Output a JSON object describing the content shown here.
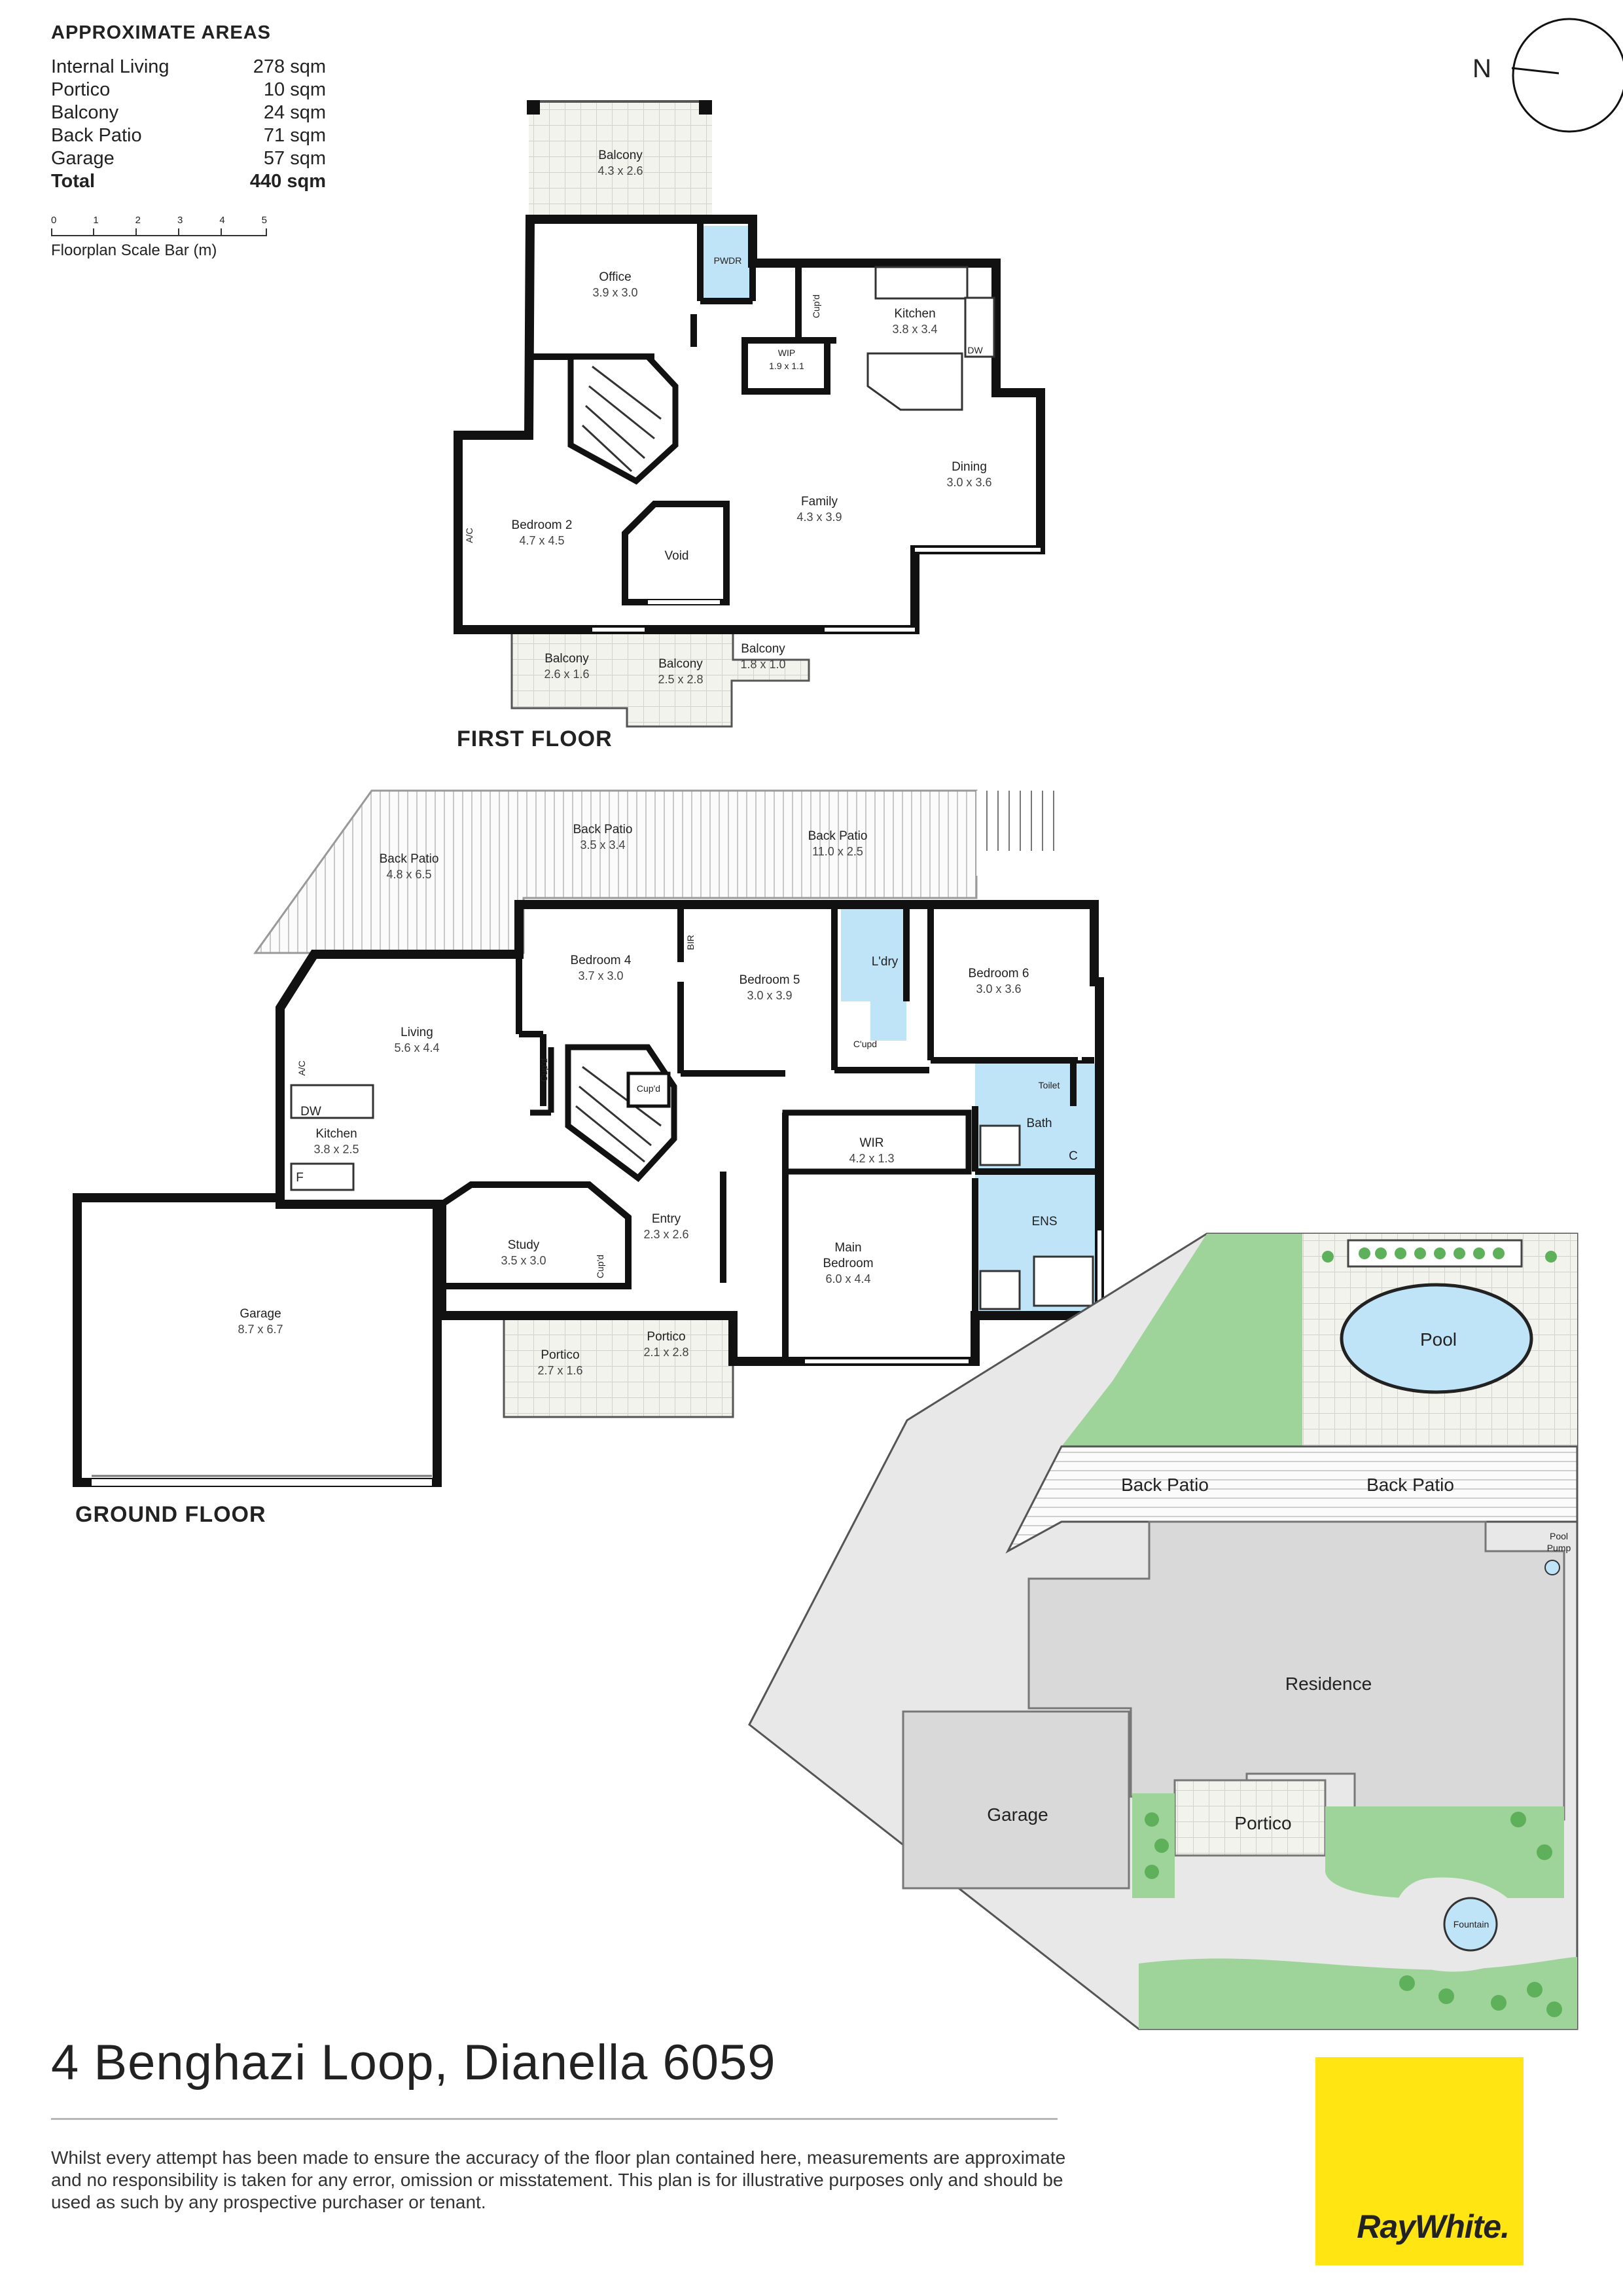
{
  "areas": {
    "heading": "APPROXIMATE AREAS",
    "rows": [
      {
        "label": "Internal Living",
        "value": "278 sqm"
      },
      {
        "label": "Portico",
        "value": "10 sqm"
      },
      {
        "label": "Balcony",
        "value": "24 sqm"
      },
      {
        "label": "Back Patio",
        "value": "71 sqm"
      },
      {
        "label": "Garage",
        "value": "57 sqm"
      },
      {
        "label": "Total",
        "value": "440 sqm"
      }
    ]
  },
  "scale_bar": {
    "ticks": [
      "0",
      "1",
      "2",
      "3",
      "4",
      "5"
    ],
    "caption": "Floorplan Scale Bar (m)"
  },
  "compass": {
    "label": "N"
  },
  "first_floor": {
    "title": "FIRST FLOOR",
    "rooms": {
      "balcony_top": {
        "name": "Balcony",
        "dims": "4.3 x 2.6"
      },
      "office": {
        "name": "Office",
        "dims": "3.9 x 3.0"
      },
      "pwdr": {
        "name": "PWDR"
      },
      "cupd": {
        "name": "Cup'd"
      },
      "kitchen": {
        "name": "Kitchen",
        "dims": "3.8 x 3.4"
      },
      "wip": {
        "name": "WIP",
        "dims": "1.9 x 1.1"
      },
      "dw": {
        "name": "DW"
      },
      "dining": {
        "name": "Dining",
        "dims": "3.0 x 3.6"
      },
      "family": {
        "name": "Family",
        "dims": "4.3 x 3.9"
      },
      "bedroom2": {
        "name": "Bedroom 2",
        "dims": "4.7 x 4.5"
      },
      "ac": {
        "name": "A/C"
      },
      "void": {
        "name": "Void"
      },
      "balcony_a": {
        "name": "Balcony",
        "dims": "2.6 x 1.6"
      },
      "balcony_b": {
        "name": "Balcony",
        "dims": "2.5 x 2.8"
      },
      "balcony_c": {
        "name": "Balcony",
        "dims": "1.8 x 1.0"
      }
    }
  },
  "ground_floor": {
    "title": "GROUND FLOOR",
    "rooms": {
      "patio_a": {
        "name": "Back Patio",
        "dims": "4.8 x 6.5"
      },
      "patio_b": {
        "name": "Back Patio",
        "dims": "3.5 x 3.4"
      },
      "patio_c": {
        "name": "Back Patio",
        "dims": "11.0 x 2.5"
      },
      "bedroom4": {
        "name": "Bedroom 4",
        "dims": "3.7 x 3.0"
      },
      "bedroom5": {
        "name": "Bedroom 5",
        "dims": "3.0 x 3.9"
      },
      "bedroom6": {
        "name": "Bedroom 6",
        "dims": "3.0 x 3.6"
      },
      "bir": {
        "name": "BIR"
      },
      "ldry": {
        "name": "L'dry"
      },
      "cupd": {
        "name": "C'upd"
      },
      "cupd2": {
        "name": "Cup'd"
      },
      "cupd3": {
        "name": "Cup'd"
      },
      "cupd4": {
        "name": "Cup'd"
      },
      "toilet": {
        "name": "Toilet"
      },
      "bath": {
        "name": "Bath"
      },
      "c": {
        "name": "C"
      },
      "living": {
        "name": "Living",
        "dims": "5.6 x 4.4"
      },
      "ac": {
        "name": "A/C"
      },
      "dw": {
        "name": "DW"
      },
      "kitchen": {
        "name": "Kitchen",
        "dims": "3.8 x 2.5"
      },
      "f": {
        "name": "F"
      },
      "wir": {
        "name": "WIR",
        "dims": "4.2 x 1.3"
      },
      "ens": {
        "name": "ENS"
      },
      "entry": {
        "name": "Entry",
        "dims": "2.3 x 2.6"
      },
      "study": {
        "name": "Study",
        "dims": "3.5 x 3.0"
      },
      "main_bedroom": {
        "name": "Main",
        "name2": "Bedroom",
        "dims": "6.0 x 4.4"
      },
      "garage": {
        "name": "Garage",
        "dims": "8.7 x 6.7"
      },
      "portico_a": {
        "name": "Portico",
        "dims": "2.7 x 1.6"
      },
      "portico_b": {
        "name": "Portico",
        "dims": "2.1 x 2.8"
      }
    }
  },
  "site_plan": {
    "pool": "Pool",
    "back_patio_1": "Back Patio",
    "back_patio_2": "Back Patio",
    "pool_pump_1": "Pool",
    "pool_pump_2": "Pump",
    "residence": "Residence",
    "garage": "Garage",
    "portico": "Portico",
    "fountain": "Fountain"
  },
  "address": "4 Benghazi Loop, Dianella 6059",
  "disclaimer": "Whilst every attempt has been made to ensure the accuracy of the floor plan contained here, measurements are approximate and no responsibility is taken for any error, omission or misstatement. This plan is for illustrative purposes only and should be used as such by any prospective purchaser or tenant.",
  "brand": "RayWhite.",
  "colors": {
    "wall": "#111111",
    "wet_area": "#bfe3f7",
    "lawn": "#9ed49a",
    "building": "#d9d9d9",
    "brand_yellow": "#ffe512"
  }
}
